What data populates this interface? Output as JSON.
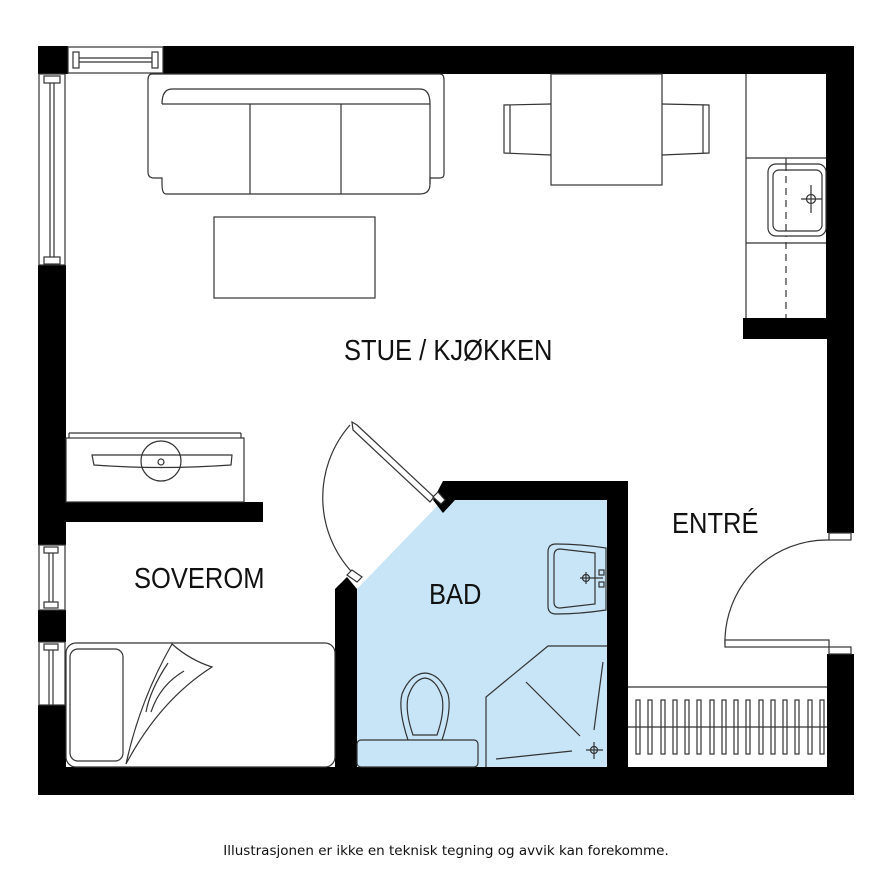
{
  "floorplan": {
    "rooms": [
      {
        "id": "stue-kjokken",
        "label": "STUE / KJØKKEN"
      },
      {
        "id": "entre",
        "label": "ENTRÉ"
      },
      {
        "id": "soverom",
        "label": "SOVEROM"
      },
      {
        "id": "bad",
        "label": "BAD"
      }
    ],
    "colors": {
      "wall": "#000000",
      "bathroom_fill": "#c7e5f7",
      "line": "#333333",
      "background": "#ffffff"
    },
    "furniture": [
      "sofa",
      "coffee-table",
      "dining-table",
      "chair-left",
      "chair-right",
      "kitchen-counter",
      "kitchen-sink",
      "tv-bench",
      "bed",
      "toilet",
      "bathroom-sink",
      "shower",
      "shoe-rack"
    ]
  },
  "caption": "Illustrasjonen er ikke en teknisk tegning og avvik kan forekomme."
}
